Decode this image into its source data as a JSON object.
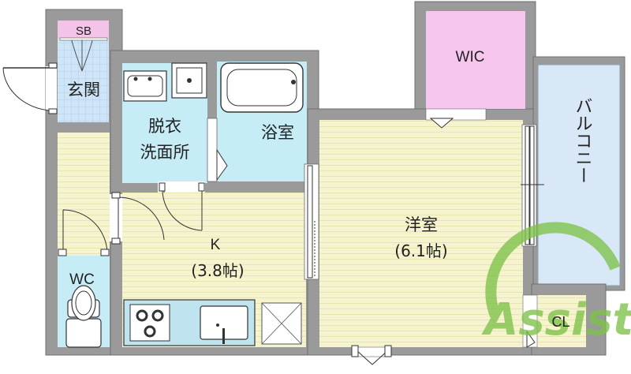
{
  "rooms": {
    "sb": "SB",
    "genkan": "玄関",
    "datsui_1": "脱衣",
    "datsui_2": "洗面所",
    "yokushitsu": "浴室",
    "wic": "WIC",
    "balcony": "バルコニー",
    "youshitsu": "洋室",
    "youshitsu_size": "(6.1帖)",
    "kitchen": "K",
    "kitchen_size": "(3.8帖)",
    "wc": "WC",
    "cl": "CL"
  },
  "watermark": "Assist",
  "colors": {
    "wall": "#9a9a9a",
    "wall_outline": "#707070",
    "floor_tile": "#cfe4f6",
    "tile_grid": "#a9c8e6",
    "bath_blue": "#c6ecf6",
    "wic_pink": "#f6c6ef",
    "sb_pink": "#f3c3ea",
    "wood_floor": "#f6f3cf",
    "wood_line": "#e4dfa8",
    "balcony": "#d8e8f6",
    "kitchen_counter": "#bfe3ef",
    "watermark_green": "#7ec24a"
  }
}
